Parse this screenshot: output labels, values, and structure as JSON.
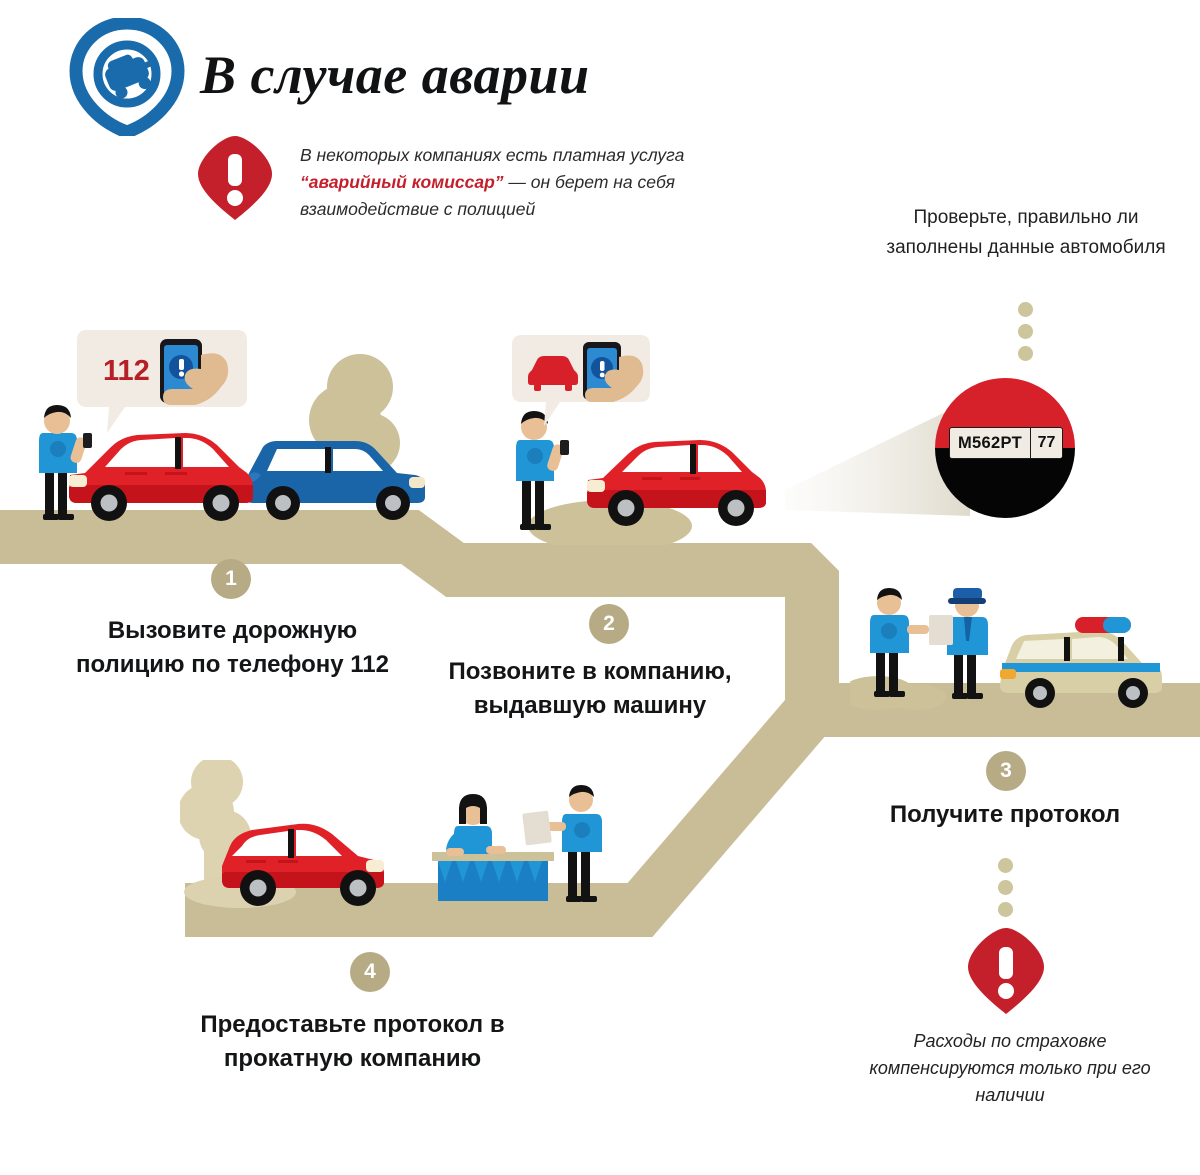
{
  "header": {
    "title": "В случае аварии",
    "logo_icon": "car-in-shield-logo"
  },
  "note_top": {
    "icon": "exclamation-pin-icon",
    "line1_pre": "В некоторых компаниях есть платная услуга",
    "highlight": "“аварийный комиссар”",
    "line2_post": " — он берет на себя",
    "line3": "взаимодействие с полицией"
  },
  "plate_note": {
    "text": "Проверьте, правильно ли заполнены данные автомобиля",
    "dots": 3
  },
  "magnifier": {
    "plate_number": "М562РТ",
    "plate_region": "77",
    "car_top_color": "#d6212b",
    "car_bottom_color": "#050505"
  },
  "steps": [
    {
      "number": "1",
      "caption": "Вызовите дорожную полицию по телефону 112"
    },
    {
      "number": "2",
      "caption": "Позвоните в компанию, выдавшую машину"
    },
    {
      "number": "3",
      "caption": "Получите протокол"
    },
    {
      "number": "4",
      "caption": "Предоставьте протокол в прокатную компанию"
    }
  ],
  "note_bottom": {
    "icon": "exclamation-pin-icon",
    "text": "Расходы по страховке компенсируются только при его наличии",
    "dots": 3
  },
  "scenes": {
    "scene1": {
      "bubble_text": "112",
      "bubble_icons": [
        "hand-holding-phone-icon"
      ],
      "elements": [
        "person-with-phone",
        "red-sedan",
        "blue-hatchback",
        "tree"
      ]
    },
    "scene2": {
      "bubble_icons": [
        "red-car-icon",
        "hand-holding-phone-icon"
      ],
      "elements": [
        "person-with-phone",
        "red-sedan"
      ]
    },
    "scene3": {
      "elements": [
        "man-receiving-document",
        "police-officer",
        "police-car"
      ]
    },
    "scene4": {
      "elements": [
        "red-sedan",
        "tree",
        "rental-counter",
        "clerk-woman",
        "man-with-document"
      ]
    }
  },
  "colors": {
    "road": "#c9bd97",
    "accent_red": "#c4202c",
    "badge": "#b7ab86",
    "brand_blue": "#1a6bab",
    "car_red": "#e02128",
    "car_blue": "#1a64a8",
    "shirt_blue": "#2196d6"
  }
}
